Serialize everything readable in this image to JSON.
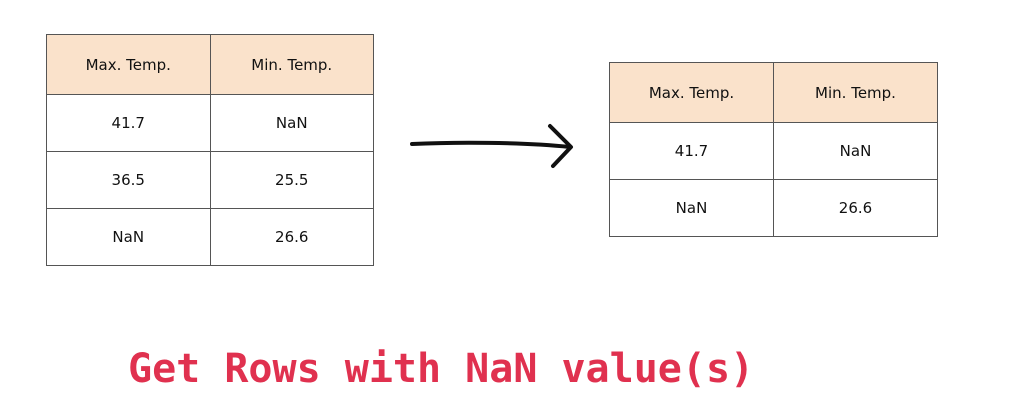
{
  "before_table": {
    "headers": [
      "Max. Temp.",
      "Min. Temp."
    ],
    "rows": [
      [
        "41.7",
        "NaN"
      ],
      [
        "36.5",
        "25.5"
      ],
      [
        "NaN",
        "26.6"
      ]
    ]
  },
  "after_table": {
    "headers": [
      "Max. Temp.",
      "Min. Temp."
    ],
    "rows": [
      [
        "41.7",
        "NaN"
      ],
      [
        "NaN",
        "26.6"
      ]
    ]
  },
  "caption": "Get Rows with NaN value(s)",
  "colors": {
    "header_fill": "#fae2cb",
    "cell_fill": "#ffffff",
    "border": "#555555",
    "caption": "#e0314f",
    "arrow": "#111111"
  }
}
